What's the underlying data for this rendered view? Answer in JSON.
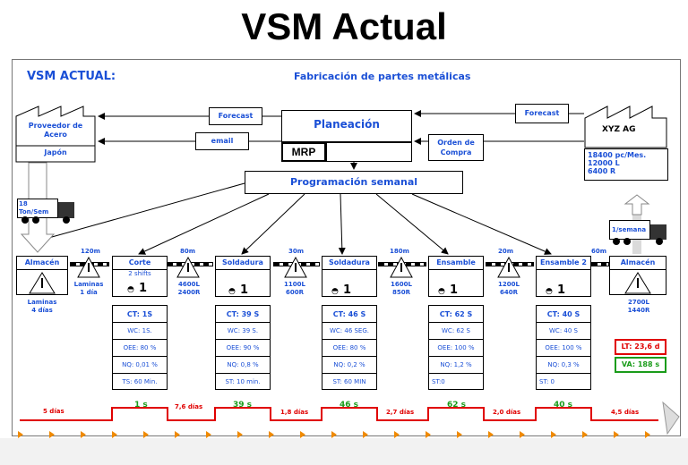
{
  "header": {
    "title": "VSM Actual"
  },
  "diagram": {
    "heading": "VSM ACTUAL:",
    "subtitle": "Fabricación de partes metálicas",
    "planning": "Planeación",
    "mrp": "MRP",
    "scheduling": "Programación semanal",
    "supplier": {
      "name": "Proveedor de Acero",
      "location": "Japón"
    },
    "customer": {
      "name": "XYZ AG",
      "demand": [
        "18400 pc/Mes.",
        "12000 L",
        "6400 R"
      ]
    },
    "info_flows": {
      "forecast_supplier": "Forecast",
      "email": "email",
      "forecast_customer": "Forecast",
      "purchase_order": "Orden de Compra"
    },
    "supplier_truck": "18 Ton/Sem",
    "customer_truck": "1/semana",
    "warehouse_in": {
      "name": "Almacén",
      "note": [
        "Laminas",
        "4 días"
      ]
    },
    "warehouse_out": {
      "name": "Almacén",
      "note": [
        "2700L",
        "1440R"
      ]
    },
    "distances": [
      "120m",
      "80m",
      "30m",
      "180m",
      "20m",
      "60m"
    ],
    "inventories": [
      [
        "Laminas",
        "1 día"
      ],
      [
        "4600L",
        "2400R"
      ],
      [
        "1100L",
        "600R"
      ],
      [
        "1600L",
        "850R"
      ],
      [
        "1200L",
        "640R"
      ]
    ],
    "processes": [
      {
        "name": "Corte",
        "shifts": "2 shifts",
        "operators": "1",
        "rows": [
          "CT: 1S",
          "WC: 1S.",
          "OEE: 80 %",
          "NQ: 0,01 %",
          "TS: 60 Min."
        ]
      },
      {
        "name": "Soldadura",
        "shifts": "",
        "operators": "1",
        "rows": [
          "CT: 39 S",
          "WC: 39 S.",
          "OEE: 90 %",
          "NQ: 0,8 %",
          "ST: 10 min."
        ]
      },
      {
        "name": "Soldadura",
        "shifts": "",
        "operators": "1",
        "rows": [
          "CT: 46 S",
          "WC: 46 SEG.",
          "OEE: 80 %",
          "NQ: 0,2 %",
          "ST: 60 MIN"
        ]
      },
      {
        "name": "Ensamble",
        "shifts": "",
        "operators": "1",
        "rows": [
          "CT: 62 S",
          "WC: 62 S",
          "OEE: 100 %",
          "NQ: 1,2 %",
          "ST:0"
        ]
      },
      {
        "name": "Ensamble 2",
        "shifts": "",
        "operators": "1",
        "rows": [
          "CT: 40 S",
          "WC: 40 S",
          "OEE: 100 %",
          "NQ: 0,3 %",
          "ST: 0"
        ]
      }
    ],
    "summary": {
      "lead_time": "LT: 23,6 d",
      "value_added": "VA: 188 s"
    },
    "timeline": {
      "waits": [
        "5 días",
        "7,6 días",
        "1,8 días",
        "2,7 días",
        "2,0 días",
        "4,5 días"
      ],
      "cycle_times": [
        "1 s",
        "39 s",
        "46 s",
        "62 s",
        "40 s"
      ]
    },
    "colors": {
      "text_blue": "#1a4fd6",
      "timeline_red": "#e00000",
      "ct_green": "#1a9c1a"
    }
  }
}
